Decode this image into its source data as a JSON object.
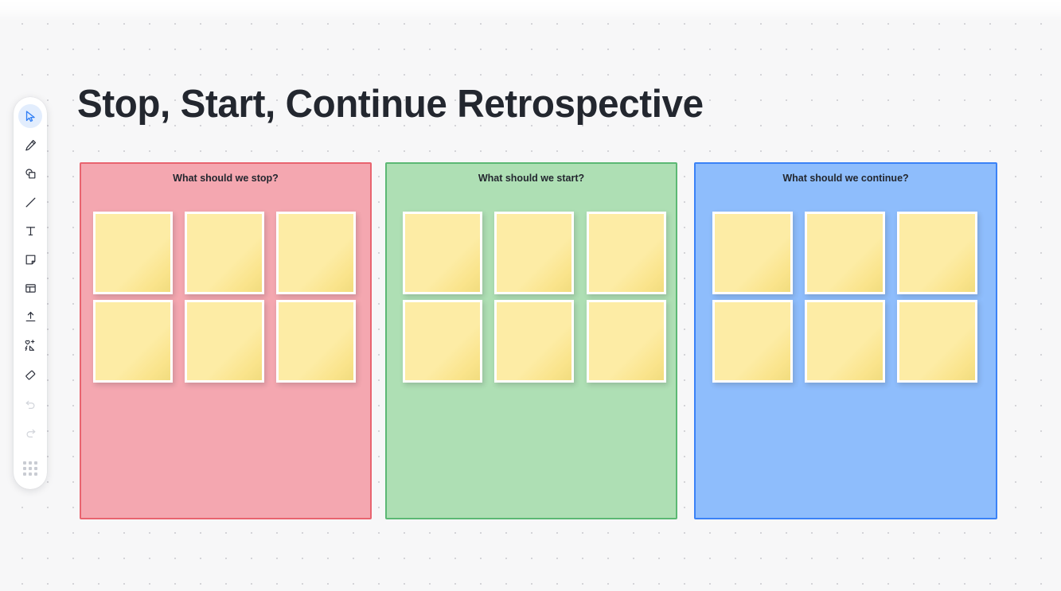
{
  "app": {
    "canvas_background": "#f7f7f8",
    "dot_grid_color": "#d4d4d8"
  },
  "toolbar": {
    "name": "tool-palette",
    "tools": [
      {
        "id": "select",
        "icon": "cursor-icon",
        "label": "Select",
        "state": "active"
      },
      {
        "id": "draw",
        "icon": "pencil-icon",
        "label": "Draw",
        "state": "enabled"
      },
      {
        "id": "shape",
        "icon": "shapes-icon",
        "label": "Shapes",
        "state": "enabled"
      },
      {
        "id": "line",
        "icon": "line-icon",
        "label": "Line",
        "state": "enabled"
      },
      {
        "id": "text",
        "icon": "text-icon",
        "label": "Text",
        "state": "enabled"
      },
      {
        "id": "note",
        "icon": "sticky-note-icon",
        "label": "Sticky note",
        "state": "enabled"
      },
      {
        "id": "frame",
        "icon": "frame-icon",
        "label": "Frame",
        "state": "enabled"
      },
      {
        "id": "upload",
        "icon": "upload-icon",
        "label": "Upload",
        "state": "enabled"
      },
      {
        "id": "template",
        "icon": "magic-shape-icon",
        "label": "Templates",
        "state": "enabled"
      },
      {
        "id": "eraser",
        "icon": "eraser-icon",
        "label": "Eraser",
        "state": "enabled"
      },
      {
        "id": "undo",
        "icon": "undo-icon",
        "label": "Undo",
        "state": "disabled"
      },
      {
        "id": "redo",
        "icon": "redo-icon",
        "label": "Redo",
        "state": "disabled"
      },
      {
        "id": "more",
        "icon": "apps-grid-icon",
        "label": "More",
        "state": "enabled"
      }
    ]
  },
  "board": {
    "title": "Stop, Start, Continue Retrospective",
    "columns": [
      {
        "id": "stop",
        "title": "What should we stop?",
        "fill": "#f4a7b0",
        "border": "#e8646f",
        "notes": [
          "",
          "",
          "",
          "",
          "",
          ""
        ]
      },
      {
        "id": "start",
        "title": "What should we start?",
        "fill": "#aedfb4",
        "border": "#5cb874",
        "notes": [
          "",
          "",
          "",
          "",
          "",
          ""
        ]
      },
      {
        "id": "continue",
        "title": "What should we continue?",
        "fill": "#8ebdfc",
        "border": "#3b82f6",
        "notes": [
          "",
          "",
          "",
          "",
          "",
          ""
        ]
      }
    ]
  },
  "note_style": {
    "fill": "#fce996",
    "border": "#ffffff"
  }
}
